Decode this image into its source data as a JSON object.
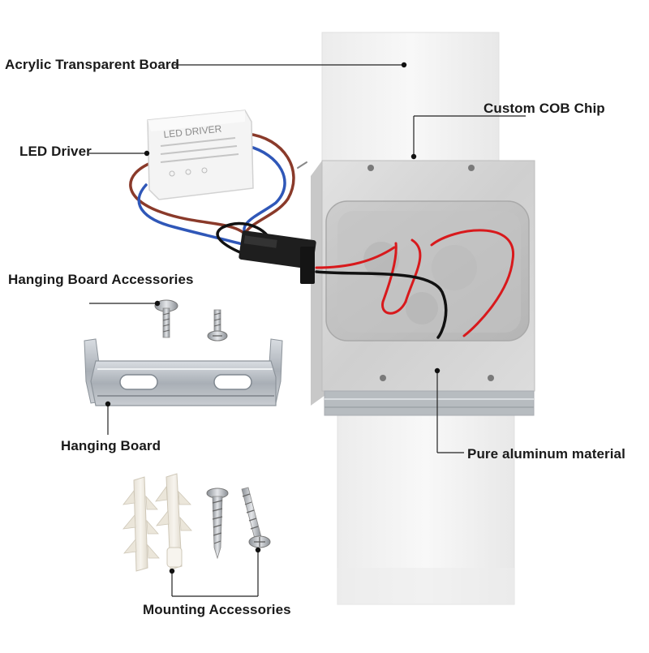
{
  "labels": {
    "acrylic_board": "Acrylic Transparent Board",
    "cob_chip": "Custom COB Chip",
    "led_driver": "LED Driver",
    "hanging_board_accessories": "Hanging Board Accessories",
    "hanging_board": "Hanging Board",
    "aluminum": "Pure aluminum material",
    "mounting_accessories": "Mounting Accessories"
  },
  "driver_text": {
    "title": "LED DRIVER"
  },
  "colors": {
    "label_text": "#1a1a1a",
    "leader_line": "#222222",
    "aluminum": "#d5d5d5",
    "acrylic": "#f3f3f3",
    "wire_red": "#d8191c",
    "wire_blue": "#2f57b8",
    "wire_black": "#111111",
    "driver_case": "#f4f4f4"
  }
}
